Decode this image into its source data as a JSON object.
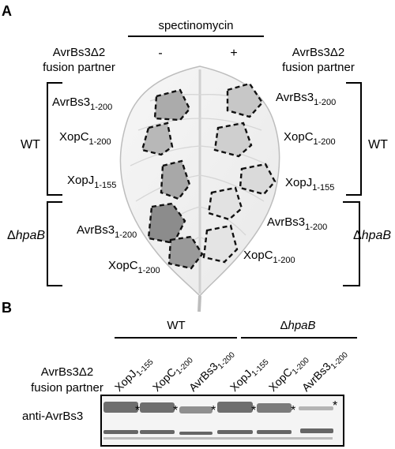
{
  "panel_a": {
    "label": "A",
    "treatment": "spectinomycin",
    "minus": "-",
    "plus": "+",
    "partner_header_l1": "AvrBs3Δ2",
    "partner_header_l2": "fusion partner",
    "left": {
      "wt_label": "WT",
      "hpab_prefix": "Δ",
      "hpab_italic": "hpaB",
      "constructs": [
        {
          "name": "AvrBs3",
          "sub": "1-200"
        },
        {
          "name": "XopC",
          "sub": "1-200"
        },
        {
          "name": "XopJ",
          "sub": "1-155"
        },
        {
          "name": "AvrBs3",
          "sub": "1-200"
        },
        {
          "name": "XopC",
          "sub": "1-200"
        }
      ]
    },
    "right": {
      "wt_label": "WT",
      "hpab_prefix": "Δ",
      "hpab_italic": "hpaB",
      "constructs": [
        {
          "name": "AvrBs3",
          "sub": "1-200"
        },
        {
          "name": "XopC",
          "sub": "1-200"
        },
        {
          "name": "XopJ",
          "sub": "1-155"
        },
        {
          "name": "AvrBs3",
          "sub": "1-200"
        },
        {
          "name": "XopC",
          "sub": "1-200"
        }
      ]
    }
  },
  "panel_b": {
    "label": "B",
    "wt_label": "WT",
    "hpab_prefix": "Δ",
    "hpab_italic": "hpaB",
    "partner_l1": "AvrBs3Δ2",
    "partner_l2": "fusion partner",
    "antibody": "anti-AvrBs3",
    "marker": "*",
    "lanes": [
      {
        "name": "XopJ",
        "sub": "1-155"
      },
      {
        "name": "XopC",
        "sub": "1-200"
      },
      {
        "name": "AvrBs3",
        "sub": "1-200"
      },
      {
        "name": "XopJ",
        "sub": "1-155"
      },
      {
        "name": "XopC",
        "sub": "1-200"
      },
      {
        "name": "AvrBs3",
        "sub": "1-200"
      }
    ]
  },
  "colors": {
    "leaf": "#f1f1f1",
    "vein": "#d4d4d4",
    "blot_bg": "#f4f4f4",
    "band": "#555555"
  }
}
